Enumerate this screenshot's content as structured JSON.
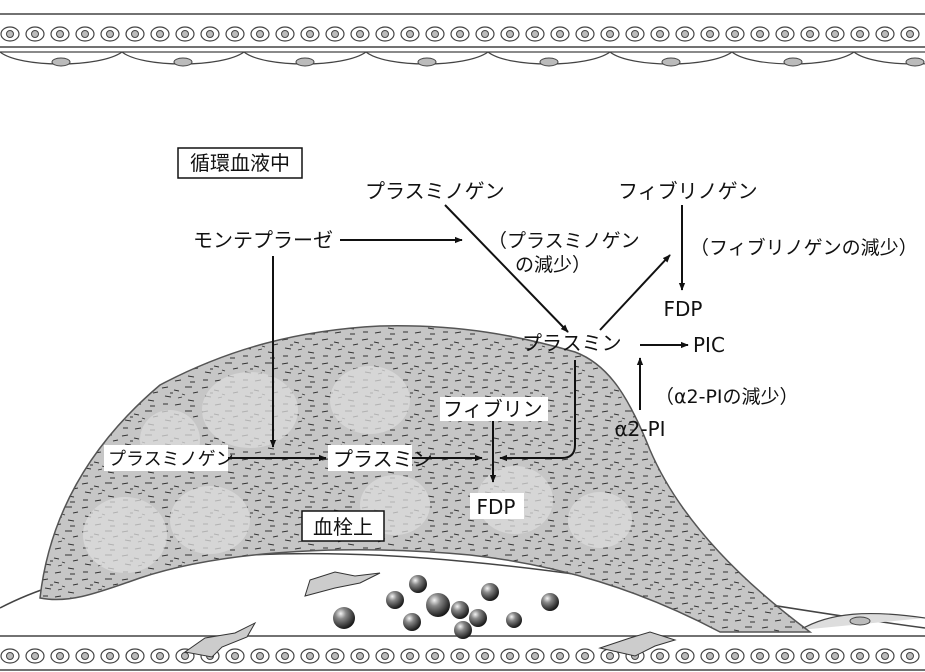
{
  "labels": {
    "circulation": "循環血液中",
    "on_thrombus": "血栓上",
    "monteplase": "モンテプラーゼ",
    "plasminogen_blood": "プラスミノゲン",
    "plasminogen_decrease": "（プラスミノゲン",
    "plasminogen_decrease_2": "の減少）",
    "plasmin_blood": "プラスミン",
    "fibrinogen": "フィブリノゲン",
    "fibrinogen_decrease": "（フィブリノゲンの減少）",
    "fdp_blood": "FDP",
    "pic": "PIC",
    "a2pi_decrease": "（α2-PIの減少）",
    "a2pi": "α2-PI",
    "plasminogen_thrombus": "プラスミノゲン",
    "plasmin_thrombus": "プラスミン",
    "fibrin": "フィブリン",
    "fdp_thrombus": "FDP"
  },
  "colors": {
    "line": "#111111",
    "thrombus_fill": "#c9c9c9",
    "thrombus_light": "#dedede",
    "vessel_line": "#444444"
  }
}
